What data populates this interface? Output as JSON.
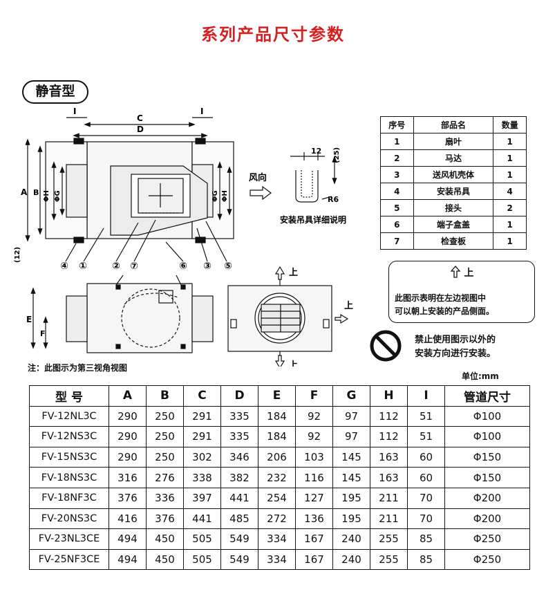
{
  "title": "系列产品尺寸参数",
  "variant_badge": "静音型",
  "diagram": {
    "dim_labels": {
      "a": "A",
      "b": "B",
      "c": "C",
      "d": "D",
      "e": "E",
      "f": "F",
      "i_left": "I",
      "i_right": "I",
      "phi_h": "ΦH",
      "phi_g": "ΦG",
      "twelve_bottom": "(12)"
    },
    "callouts": [
      "④",
      "①",
      "②",
      "⑦",
      "⑥",
      "③",
      "⑤"
    ],
    "wind_direction": "风向",
    "bracket_dims": {
      "width": "12",
      "height": "(25)",
      "radius": "R6"
    },
    "bracket_caption": "安装吊具详细说明",
    "up_label": "上",
    "view_note": "注：此图示为第三视角视图"
  },
  "parts_table": {
    "headers": [
      "序号",
      "部品名",
      "数量"
    ],
    "rows": [
      [
        "1",
        "扇叶",
        "1"
      ],
      [
        "2",
        "马达",
        "1"
      ],
      [
        "3",
        "送风机壳体",
        "1"
      ],
      [
        "4",
        "安装吊具",
        "4"
      ],
      [
        "5",
        "接头",
        "2"
      ],
      [
        "6",
        "端子盒盖",
        "1"
      ],
      [
        "7",
        "检查板",
        "1"
      ]
    ]
  },
  "note_box": {
    "up": "上",
    "line1": "此图示表明在左边视图中",
    "line2": "可以朝上安装的产品侧面。"
  },
  "prohibition": {
    "line1": "禁止使用图示以外的",
    "line2": "安装方向进行安装。"
  },
  "unit": "单位:mm",
  "dims_table": {
    "headers": [
      "型 号",
      "A",
      "B",
      "C",
      "D",
      "E",
      "F",
      "G",
      "H",
      "I",
      "管道尺寸"
    ],
    "rows": [
      [
        "FV-12NL3C",
        "290",
        "250",
        "291",
        "335",
        "184",
        "92",
        "97",
        "112",
        "51",
        "Φ100"
      ],
      [
        "FV-12NS3C",
        "290",
        "250",
        "291",
        "335",
        "184",
        "92",
        "97",
        "112",
        "51",
        "Φ100"
      ],
      [
        "FV-15NS3C",
        "290",
        "250",
        "302",
        "346",
        "206",
        "103",
        "145",
        "163",
        "60",
        "Φ150"
      ],
      [
        "FV-18NS3C",
        "316",
        "276",
        "338",
        "382",
        "232",
        "116",
        "145",
        "163",
        "60",
        "Φ150"
      ],
      [
        "FV-18NF3C",
        "376",
        "336",
        "397",
        "441",
        "254",
        "127",
        "195",
        "211",
        "70",
        "Φ200"
      ],
      [
        "FV-20NS3C",
        "416",
        "376",
        "441",
        "485",
        "272",
        "136",
        "195",
        "211",
        "70",
        "Φ200"
      ],
      [
        "FV-23NL3CE",
        "494",
        "450",
        "505",
        "549",
        "334",
        "167",
        "240",
        "255",
        "85",
        "Φ250"
      ],
      [
        "FV-25NF3CE",
        "494",
        "450",
        "505",
        "549",
        "334",
        "167",
        "240",
        "255",
        "85",
        "Φ250"
      ]
    ]
  }
}
